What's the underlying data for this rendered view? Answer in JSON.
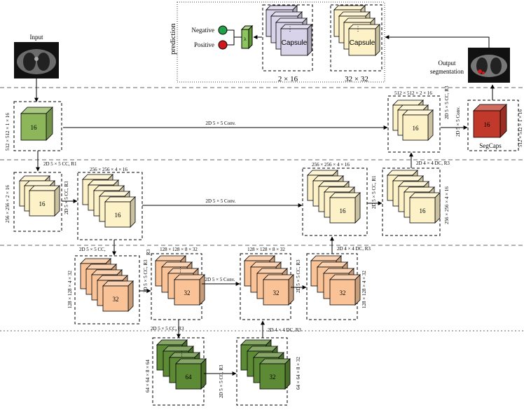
{
  "header": {
    "input_label": "Input",
    "output_label_line1": "Output",
    "output_label_line2": "segmentation",
    "prediction_label": "prediction",
    "negative_label": "Negative",
    "positive_label": "Positive",
    "lambda_symbol": "λ"
  },
  "capsules": {
    "left_label": "Capsule",
    "left_dim": "2 × 16",
    "right_label": "Capsule",
    "right_dim": "32 × 32"
  },
  "row1": {
    "in_channels": "16",
    "in_dim": "512 × 512 × 1 × 16",
    "conv_label": "2D 5 × 5 Conv.",
    "skip_label": "2D 5 × 5 Conv.",
    "dec_channels": "16",
    "dec_dim_top": "512 × 512 × 2 × 16",
    "dec_cc_label": "2D 5 × 5 CC, R3",
    "segcaps_conv": "2D 5 × 5 Conv.",
    "segcaps_channels": "16",
    "segcaps_label": "SegCaps",
    "segcaps_dim": "512 × 512 × 1 × 16"
  },
  "row2": {
    "down_label": "2D 5 × 5 CC, R1",
    "a_channels": "16",
    "a_dim": "256 × 256 × 2 × 16",
    "a_cc_label": "2D 5 × 5 CC, R3",
    "b_channels": "16",
    "b_dim_top": "256 × 256 × 4 × 16",
    "skip_label": "2D 5 × 5 Conv.",
    "b_skip_dim": "256 × 256 × 4 × 16",
    "c_channels": "16",
    "c_dim_top": "256 × 256 × 4 × 16",
    "c_cc_label": "2D 5 × 5 CC, R1",
    "d_channels": "16",
    "d_dim": "256 × 256 × 4 × 16",
    "up_label": "2D 4 × 4 DC, R3"
  },
  "row3": {
    "down_label": "2D 5 × 5 CC,",
    "down_label_r": "R3",
    "a_channels": "32",
    "a_dim": "128 × 128 × 4 × 32",
    "a_cc_label": "2D 5 × 5 CC, R3",
    "b_channels": "32",
    "b_dim_top": "128 × 128 × 8 × 32",
    "skip_label": "2D 5 × 5 Conv.",
    "c_channels": "32",
    "c_dim_top": "128 × 128 × 8 × 32",
    "c_cc_label": "2D 5 × 5 CC, R3",
    "d_channels": "32",
    "d_dim": "128 × 128 × 4 × 32",
    "up_label": "2D 4 × 4 DC, R3"
  },
  "row4": {
    "down_label": "2D 5 × 5 CC, R3",
    "a_channels": "64",
    "a_dim": "64 × 64 × 8 × 64",
    "a_cc_label": "2D 5 × 5 CC, R3",
    "b_channels": "32",
    "b_dim": "64 × 64 × 8 × 32",
    "up_label": "2D 4 × 4 DC, R3"
  },
  "colors": {
    "green_light": "#8db65a",
    "green_dark": "#5d8a35",
    "cream": "#fdf1c8",
    "peach": "#f9c397",
    "lavender": "#d9d3ea",
    "red_cube": "#c0392b",
    "neg_green": "#22a04a",
    "pos_red": "#d0191c",
    "lambda_green": "#8cc460"
  }
}
